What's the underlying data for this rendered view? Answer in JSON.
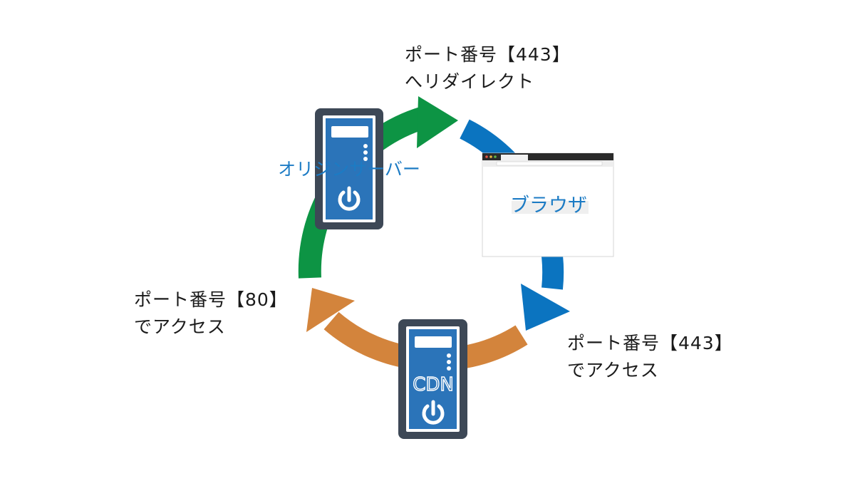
{
  "diagram": {
    "origin_server": {
      "label": "オリジンサーバー"
    },
    "browser": {
      "label": "ブラウザ"
    },
    "cdn": {
      "label": "CDN"
    },
    "arrow_top": {
      "line1": "ポート番号【443】",
      "line2": "へリダイレクト",
      "color": "#0d9444"
    },
    "arrow_right": {
      "line1": "ポート番号【443】",
      "line2": "でアクセス",
      "color": "#0b74c0"
    },
    "arrow_bottom": {
      "line1": "ポート番号【80】",
      "line2": "でアクセス",
      "color": "#d3843c"
    }
  },
  "colors": {
    "server_frame": "#3d4856",
    "server_body": "#2b74b9",
    "label_blue": "#1c7bc4",
    "browser_titlebar": "#2a2a2a"
  },
  "icons": [
    "server-icon",
    "browser-window-icon",
    "power-icon",
    "arrow-icon"
  ]
}
